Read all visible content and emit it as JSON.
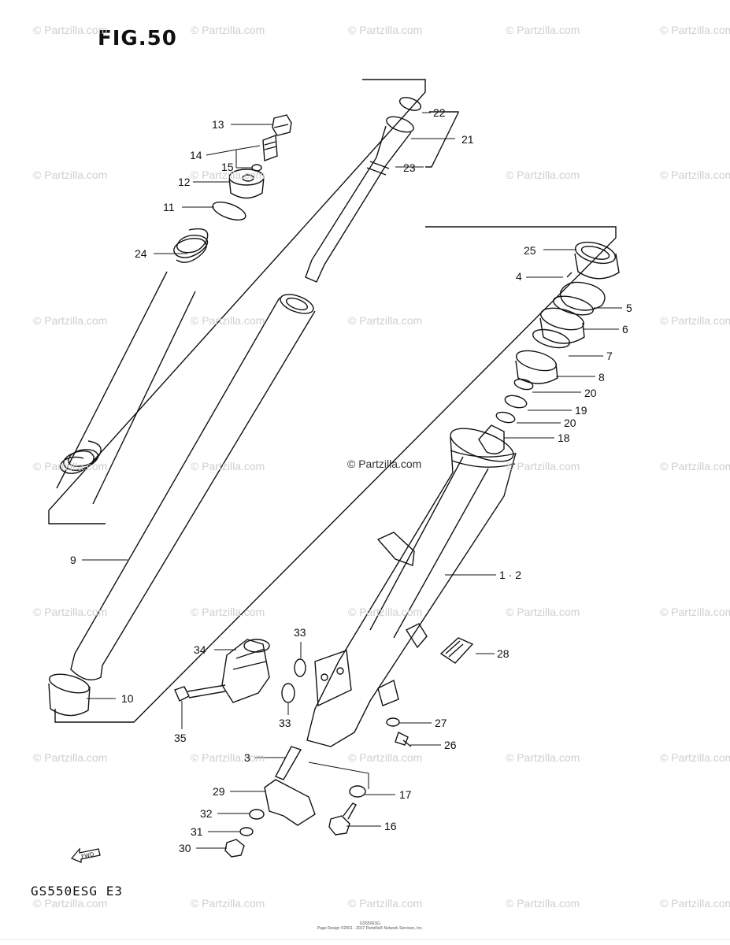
{
  "figure": {
    "title": "FIG.50",
    "model": "GS550ESG  E3"
  },
  "watermark": "© Partzilla.com",
  "footer": {
    "line1": "Page Design ©2001 - 2017 Partzilla® Network Services, Inc.",
    "line2": "GS550ESG"
  },
  "callouts": {
    "c1_2": "1 · 2",
    "c3": "3",
    "c4": "4",
    "c5": "5",
    "c6": "6",
    "c7": "7",
    "c8": "8",
    "c9": "9",
    "c10": "10",
    "c11": "11",
    "c12": "12",
    "c13": "13",
    "c14": "14",
    "c15": "15",
    "c16": "16",
    "c17": "17",
    "c18": "18",
    "c19": "19",
    "c20a": "20",
    "c20b": "20",
    "c21": "21",
    "c22": "22",
    "c23": "23",
    "c24": "24",
    "c25": "25",
    "c26": "26",
    "c27": "27",
    "c28": "28",
    "c29": "29",
    "c30": "30",
    "c31": "31",
    "c32": "32",
    "c33a": "33",
    "c33b": "33",
    "c34": "34",
    "c35": "35"
  },
  "icons": {
    "forward_arrow": "fwd-arrow-icon"
  },
  "colors": {
    "ink": "#111111",
    "watermark": "#cfcfcf"
  }
}
